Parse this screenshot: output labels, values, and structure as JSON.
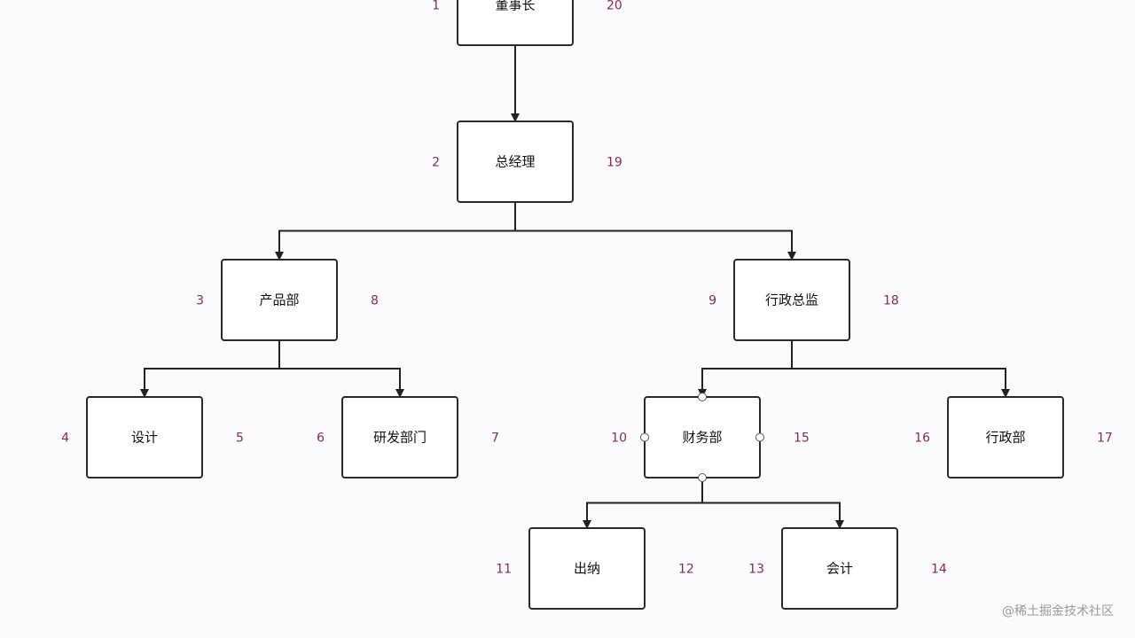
{
  "nodes": [
    {
      "id": "chairman",
      "label": "董事长",
      "left_num": "1",
      "right_num": "20"
    },
    {
      "id": "gm",
      "label": "总经理",
      "left_num": "2",
      "right_num": "19"
    },
    {
      "id": "product",
      "label": "产品部",
      "left_num": "3",
      "right_num": "8"
    },
    {
      "id": "design",
      "label": "设计",
      "left_num": "4",
      "right_num": "5"
    },
    {
      "id": "rnd",
      "label": "研发部门",
      "left_num": "6",
      "right_num": "7"
    },
    {
      "id": "admin_dir",
      "label": "行政总监",
      "left_num": "9",
      "right_num": "18"
    },
    {
      "id": "finance",
      "label": "财务部",
      "left_num": "10",
      "right_num": "15"
    },
    {
      "id": "cashier",
      "label": "出纳",
      "left_num": "11",
      "right_num": "12"
    },
    {
      "id": "accounting",
      "label": "会计",
      "left_num": "13",
      "right_num": "14"
    },
    {
      "id": "admin",
      "label": "行政部",
      "left_num": "16",
      "right_num": "17"
    }
  ],
  "edges": [
    {
      "from": "chairman",
      "to": "gm"
    },
    {
      "from": "gm",
      "to": "product"
    },
    {
      "from": "gm",
      "to": "admin_dir"
    },
    {
      "from": "product",
      "to": "design"
    },
    {
      "from": "product",
      "to": "rnd"
    },
    {
      "from": "admin_dir",
      "to": "finance"
    },
    {
      "from": "admin_dir",
      "to": "admin"
    },
    {
      "from": "finance",
      "to": "cashier"
    },
    {
      "from": "finance",
      "to": "accounting"
    }
  ],
  "selected_node": "finance",
  "watermark": "@稀土掘金技术社区"
}
